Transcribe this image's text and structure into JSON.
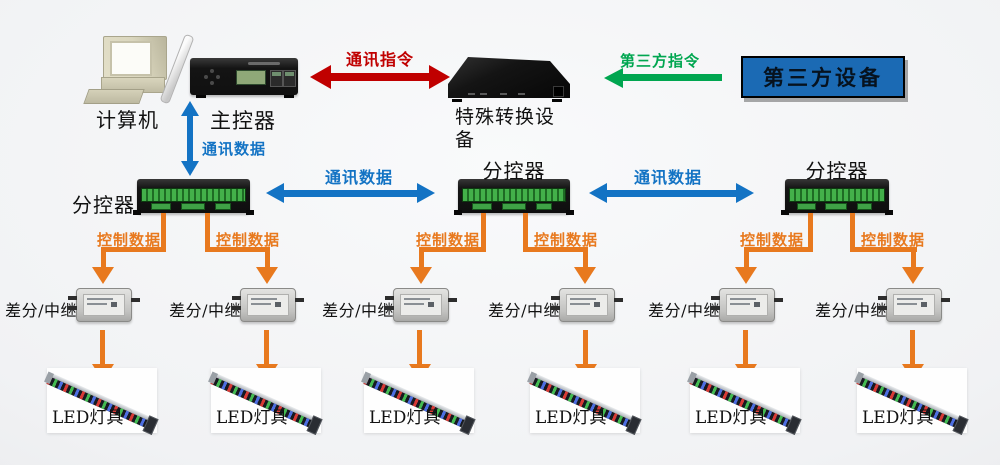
{
  "diagram": {
    "computer": {
      "label": "计算机"
    },
    "master": {
      "label": "主控器"
    },
    "conversion": {
      "label": "特殊转换设备"
    },
    "third_party": {
      "label": "第三方设备"
    },
    "sub_controller": {
      "label": "分控器"
    },
    "relay": {
      "label": "差分/中继"
    },
    "led": {
      "label": "LED灯具"
    },
    "arrows": {
      "comm_cmd": "通讯指令",
      "third_cmd": "第三方指令",
      "comm_data": "通讯数据",
      "ctrl_data": "控制数据"
    },
    "colors": {
      "comm_cmd_red": "#c00000",
      "third_cmd_green": "#00a650",
      "comm_data_blue": "#1373c4",
      "ctrl_data_orange": "#e8791e",
      "third_party_box_fill": "#1b6ab4",
      "third_party_box_border": "#000000"
    }
  }
}
